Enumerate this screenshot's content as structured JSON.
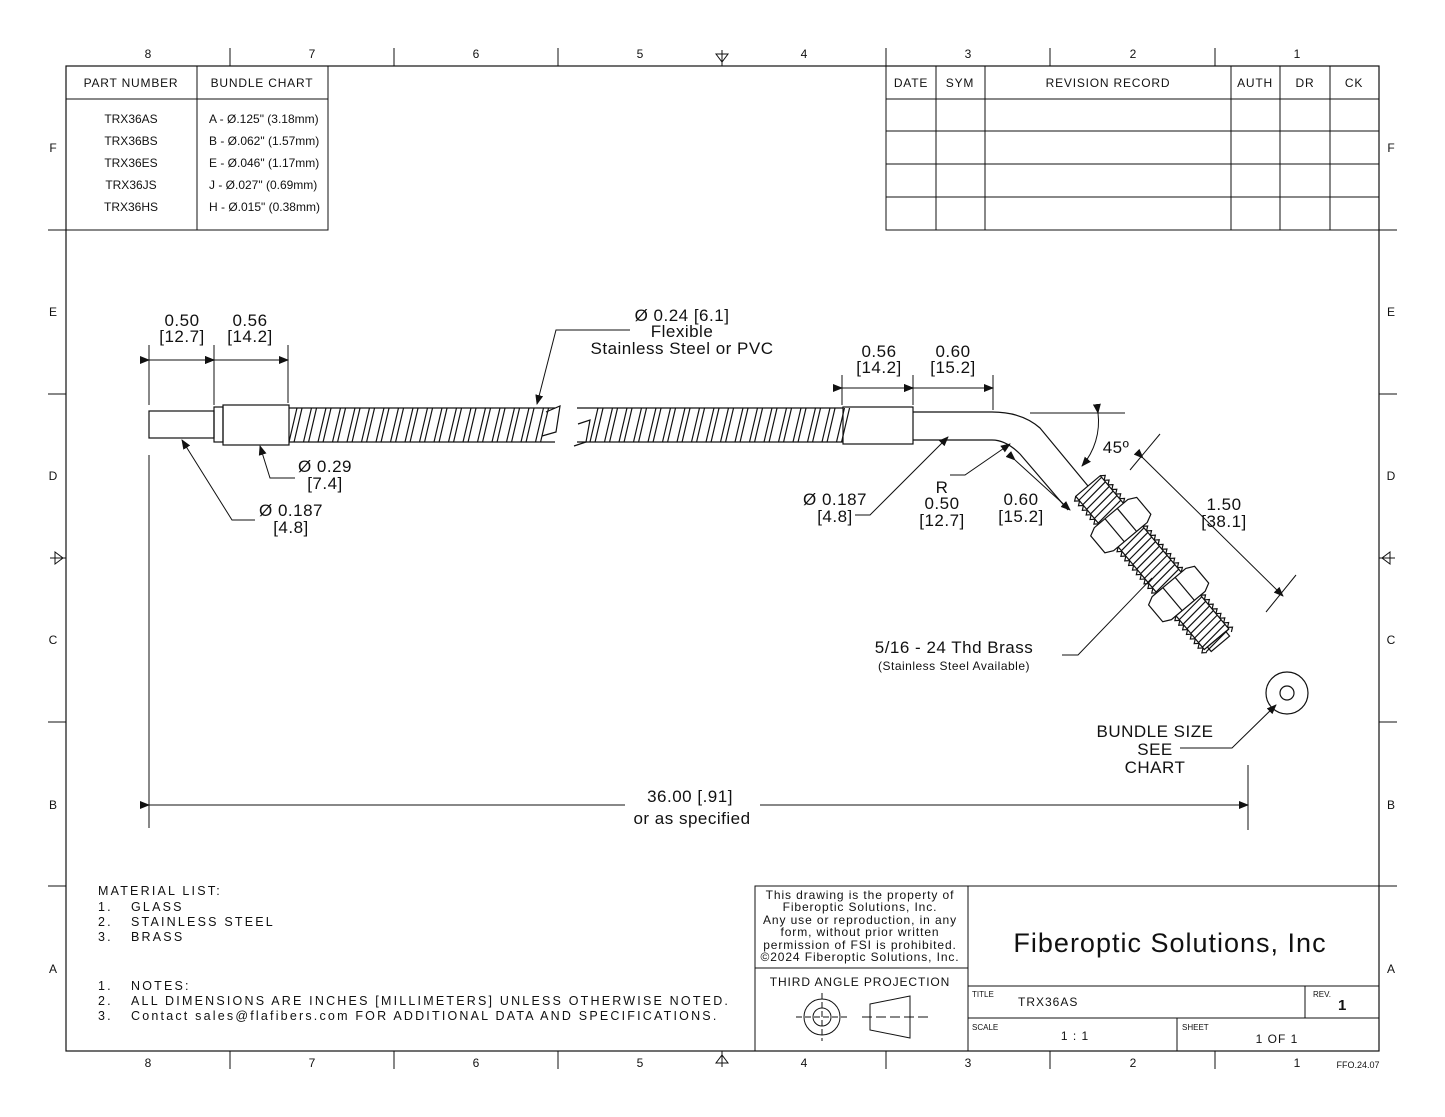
{
  "zone_columns": [
    "8",
    "7",
    "6",
    "5",
    "4",
    "3",
    "2",
    "1"
  ],
  "zone_rows": [
    "F",
    "E",
    "D",
    "C",
    "B",
    "A"
  ],
  "bundle_table": {
    "headers": [
      "PART NUMBER",
      "BUNDLE CHART"
    ],
    "rows": [
      {
        "part": "TRX36AS",
        "bundle": "A - Ø.125\" (3.18mm)"
      },
      {
        "part": "TRX36BS",
        "bundle": "B - Ø.062\" (1.57mm)"
      },
      {
        "part": "TRX36ES",
        "bundle": "E - Ø.046\" (1.17mm)"
      },
      {
        "part": "TRX36JS",
        "bundle": "J  - Ø.027\" (0.69mm)"
      },
      {
        "part": "TRX36HS",
        "bundle": "H - Ø.015\" (0.38mm)"
      }
    ]
  },
  "revision_table": {
    "headers": [
      "DATE",
      "SYM",
      "REVISION RECORD",
      "AUTH",
      "DR",
      "CK"
    ]
  },
  "dimensions": {
    "d1_in": "0.50",
    "d1_mm": "[12.7]",
    "d2_in": "0.56",
    "d2_mm": "[14.2]",
    "sheath_l1": "Ø 0.24 [6.1]",
    "sheath_l2": "Flexible",
    "sheath_l3": "Stainless Steel or PVC",
    "d3_in": "0.56",
    "d3_mm": "[14.2]",
    "d4_in": "0.60",
    "d4_mm": "[15.2]",
    "ferrule_in": "Ø 0.29",
    "ferrule_mm": "[7.4]",
    "tip_in": "Ø 0.187",
    "tip_mm": "[4.8]",
    "tip2_in": "Ø 0.187",
    "tip2_mm": "[4.8]",
    "angle": "45º",
    "radius_r": "R",
    "radius_in": "0.50",
    "radius_mm": "[12.7]",
    "bend_in": "0.60",
    "bend_mm": "[15.2]",
    "thread_len_in": "1.50",
    "thread_len_mm": "[38.1]",
    "thread_l1": "5/16 - 24 Thd Brass",
    "thread_l2": "(Stainless Steel Available)",
    "bundle_l1": "BUNDLE SIZE",
    "bundle_l2": "SEE",
    "bundle_l3": "CHART",
    "overall_l1": "36.00 [.91]",
    "overall_l2": "or as specified"
  },
  "material_list": {
    "title": "MATERIAL LIST:",
    "items": [
      {
        "n": "1.",
        "t": "GLASS"
      },
      {
        "n": "2.",
        "t": "STAINLESS STEEL"
      },
      {
        "n": "3.",
        "t": "BRASS"
      }
    ]
  },
  "notes": {
    "items": [
      {
        "n": "1.",
        "t": "NOTES:"
      },
      {
        "n": "2.",
        "t": "ALL DIMENSIONS ARE INCHES [MILLIMETERS] UNLESS OTHERWISE NOTED."
      },
      {
        "n": "3.",
        "t": "Contact sales@flafibers.com FOR ADDITIONAL DATA AND SPECIFICATIONS."
      }
    ]
  },
  "property_notice": [
    "This drawing is the property of",
    "Fiberoptic Solutions, Inc.",
    "Any use or reproduction, in any",
    "form, without prior written",
    "permission of FSI is prohibited.",
    "©2024 Fiberoptic Solutions, Inc."
  ],
  "projection_label": "THIRD ANGLE PROJECTION",
  "title_block": {
    "company": "Fiberoptic Solutions, Inc",
    "title_label": "TITLE",
    "title": "TRX36AS",
    "rev_label": "REV.",
    "rev": "1",
    "scale_label": "SCALE",
    "scale": "1 : 1",
    "sheet_label": "SHEET",
    "sheet": "1  OF 1",
    "form_code": "FFO.24.07"
  }
}
